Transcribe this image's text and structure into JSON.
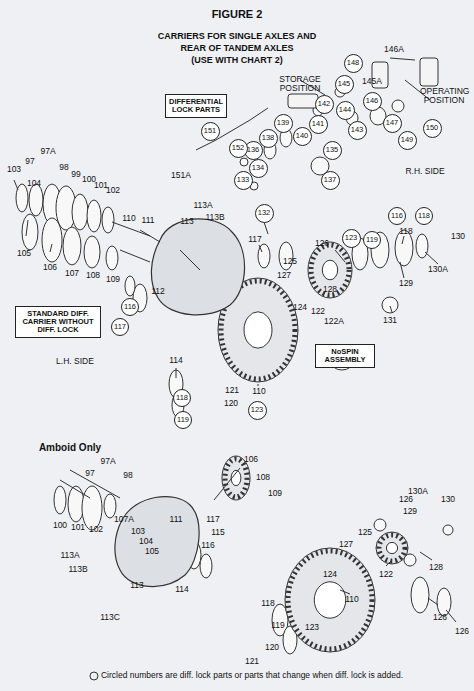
{
  "diagram": {
    "title": "FIGURE 2",
    "caption": "Circled numbers are diff. lock parts or parts that change when diff. lock is added.",
    "nodes": [
      {
        "text": [
          "DIFFERENTIAL LOCK PARTS"
        ]
      },
      {
        "text": [
          "148"
        ]
      },
      {
        "text": [
          "145"
        ]
      },
      {
        "text": [
          "142"
        ]
      },
      {
        "text": [
          "144"
        ]
      },
      {
        "text": [
          "146"
        ]
      },
      {
        "text": [
          "141"
        ]
      },
      {
        "text": [
          "143"
        ]
      },
      {
        "text": [
          "147"
        ]
      },
      {
        "text": [
          "149"
        ]
      },
      {
        "text": [
          "150"
        ]
      },
      {
        "text": [
          "140"
        ]
      },
      {
        "text": [
          "139"
        ]
      },
      {
        "text": [
          "138"
        ]
      },
      {
        "text": [
          "136"
        ]
      },
      {
        "text": [
          "134"
        ]
      },
      {
        "text": [
          "133"
        ]
      },
      {
        "text": [
          "135"
        ]
      },
      {
        "text": [
          "137"
        ]
      },
      {
        "text": [
          "151"
        ]
      },
      {
        "text": [
          "152"
        ]
      },
      {
        "text": [
          "132"
        ]
      },
      {
        "text": [
          "116"
        ]
      },
      {
        "text": [
          "118"
        ]
      },
      {
        "text": [
          "123"
        ]
      },
      {
        "text": [
          "119"
        ]
      },
      {
        "text": [
          "116"
        ]
      },
      {
        "text": [
          "117"
        ]
      },
      {
        "text": [
          "STANDARD DIFF. CARRIER WITHOUT DIFF. LOCK"
        ]
      },
      {
        "text": [
          "NoSPIN ASSEMBLY"
        ]
      },
      {
        "text": [
          "118"
        ]
      },
      {
        "text": [
          "119"
        ]
      },
      {
        "text": [
          "123"
        ]
      }
    ],
    "labels": [
      "CARRIERS FOR SINGLE AXLES AND",
      "REAR OF TANDEM AXLES",
      "(USE WITH CHART 2)",
      "146A",
      "145A",
      "STORAGE POSITION",
      "OPERATING POSITION",
      "R.H. SIDE",
      "151A",
      "97A",
      "103",
      "104",
      "97",
      "98",
      "99",
      "100",
      "101",
      "102",
      "105",
      "106",
      "107",
      "108",
      "109",
      "110",
      "111",
      "113",
      "113A",
      "113B",
      "112",
      "117",
      "118",
      "130",
      "126",
      "125",
      "127",
      "128",
      "124",
      "122",
      "122A",
      "129",
      "130A",
      "131",
      "L.H. SIDE",
      "114",
      "110",
      "121",
      "120",
      "Amboid Only",
      "97A",
      "97",
      "98",
      "106",
      "108",
      "109",
      "107A",
      "100",
      "101",
      "102",
      "103",
      "104",
      "105",
      "111",
      "117",
      "115",
      "116",
      "113A",
      "113B",
      "113",
      "114",
      "113C",
      "110",
      "118",
      "119",
      "120",
      "121",
      "123",
      "122",
      "124",
      "125",
      "126",
      "127",
      "128",
      "129",
      "130A",
      "130",
      "126",
      "126"
    ]
  }
}
